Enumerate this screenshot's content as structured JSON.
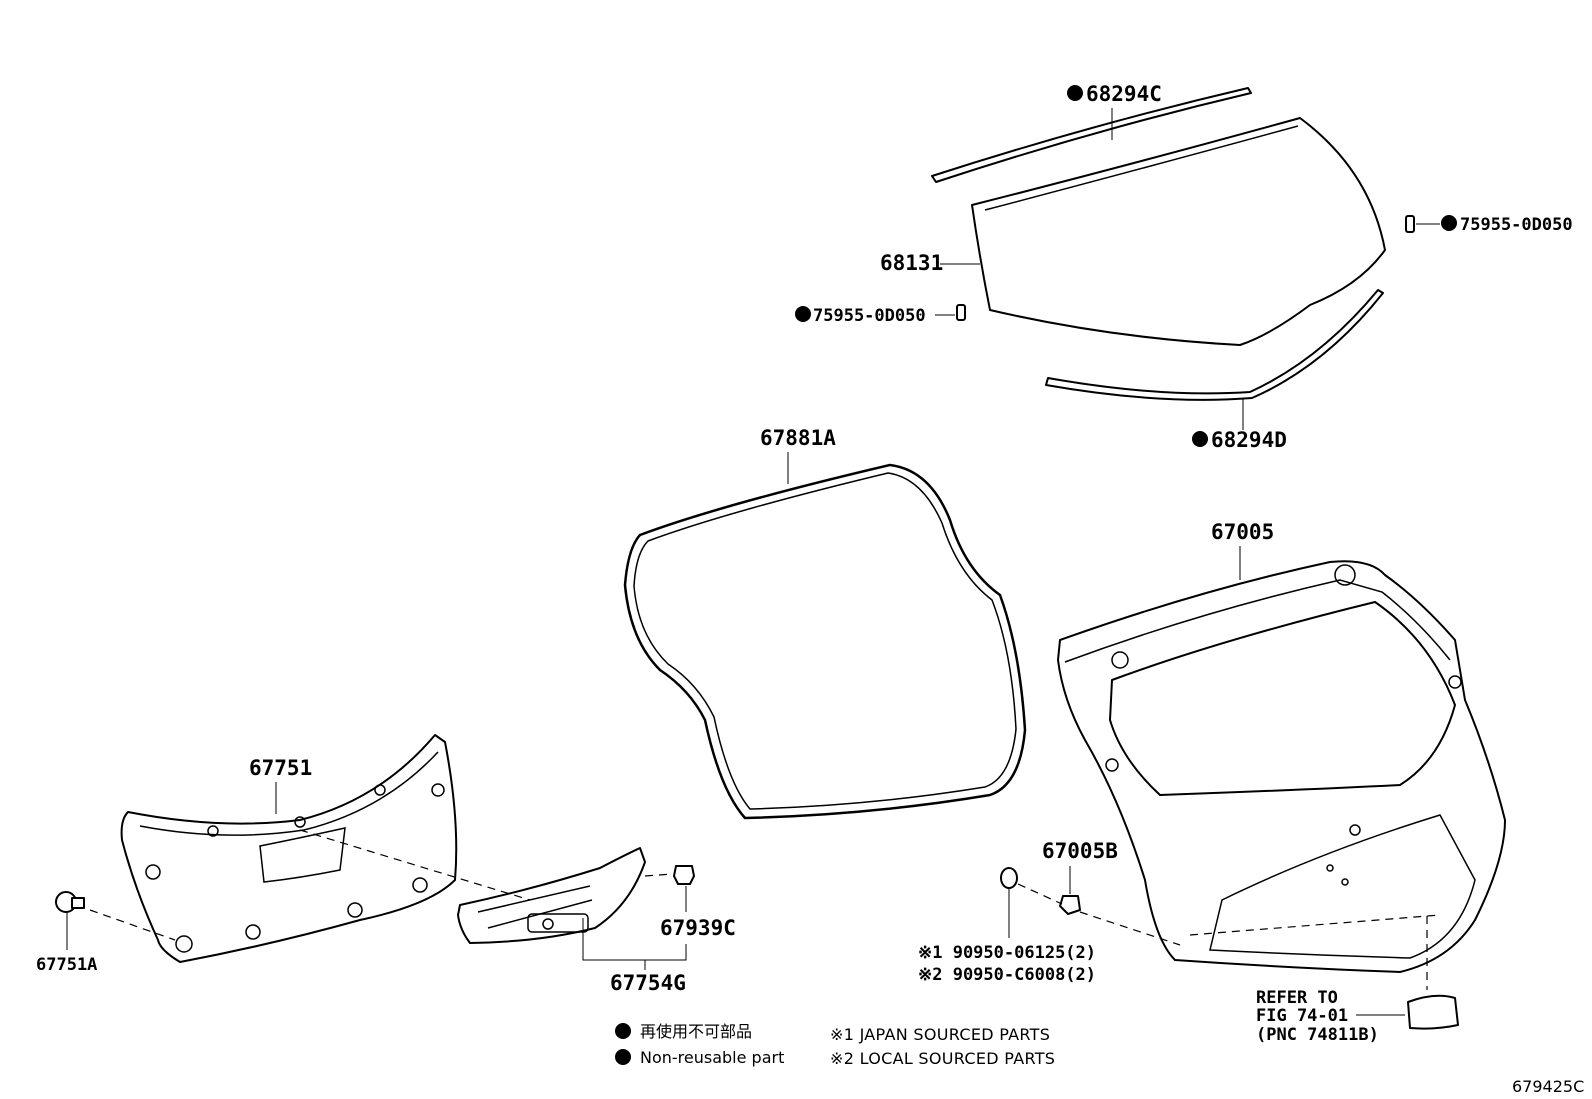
{
  "callouts": {
    "p68294C": "68294C",
    "p75955_right": "75955-0D050",
    "p68131": "68131",
    "p75955_left": "75955-0D050",
    "p68294D": "68294D",
    "p67881A": "67881A",
    "p67005": "67005",
    "p67751": "67751",
    "p67751A": "67751A",
    "p67939C": "67939C",
    "p67754G": "67754G",
    "p67005B": "67005B",
    "note_90950_1": "※1 90950-06125(2)",
    "note_90950_2": "※2 90950-C6008(2)"
  },
  "refer": {
    "line1": "REFER TO",
    "line2": "FIG 74-01",
    "line3": "(PNC 74811B)"
  },
  "legend": {
    "jp": "再使用不可部品",
    "en": "Non-reusable part",
    "source1": "※1 JAPAN SOURCED PARTS",
    "source2": "※2 LOCAL SOURCED PARTS"
  },
  "figure_id": "679425C"
}
